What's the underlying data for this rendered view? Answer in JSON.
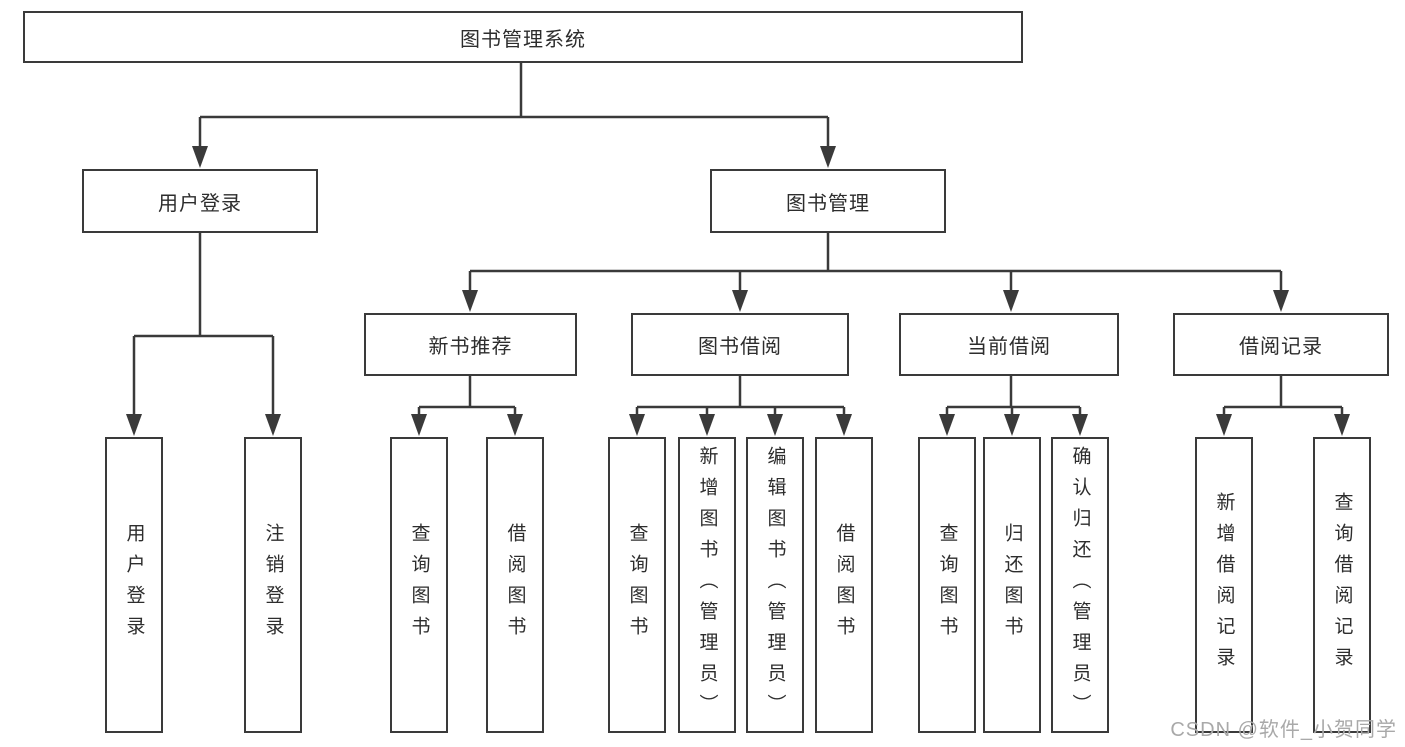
{
  "tree": {
    "root": "图书管理系统",
    "children": [
      {
        "label": "用户登录",
        "children": [
          "用户登录",
          "注销登录"
        ]
      },
      {
        "label": "图书管理",
        "children": [
          {
            "label": "新书推荐",
            "children": [
              "查询图书",
              "借阅图书"
            ]
          },
          {
            "label": "图书借阅",
            "children": [
              "查询图书",
              "新增图书（管理员）",
              "编辑图书（管理员）",
              "借阅图书"
            ]
          },
          {
            "label": "当前借阅",
            "children": [
              "查询图书",
              "归还图书",
              "确认归还（管理员）"
            ]
          },
          {
            "label": "借阅记录",
            "children": [
              "新增借阅记录",
              "查询借阅记录"
            ]
          }
        ]
      }
    ]
  },
  "watermark": {
    "text": "CSDN @软件_小贺同学"
  },
  "colors": {
    "line": "#3a3a3a",
    "box_border": "#3a3a3a",
    "box_fill": "#ffffff",
    "text": "#2d2d2d",
    "watermark": "#a9a9a9",
    "background": "#ffffff"
  }
}
